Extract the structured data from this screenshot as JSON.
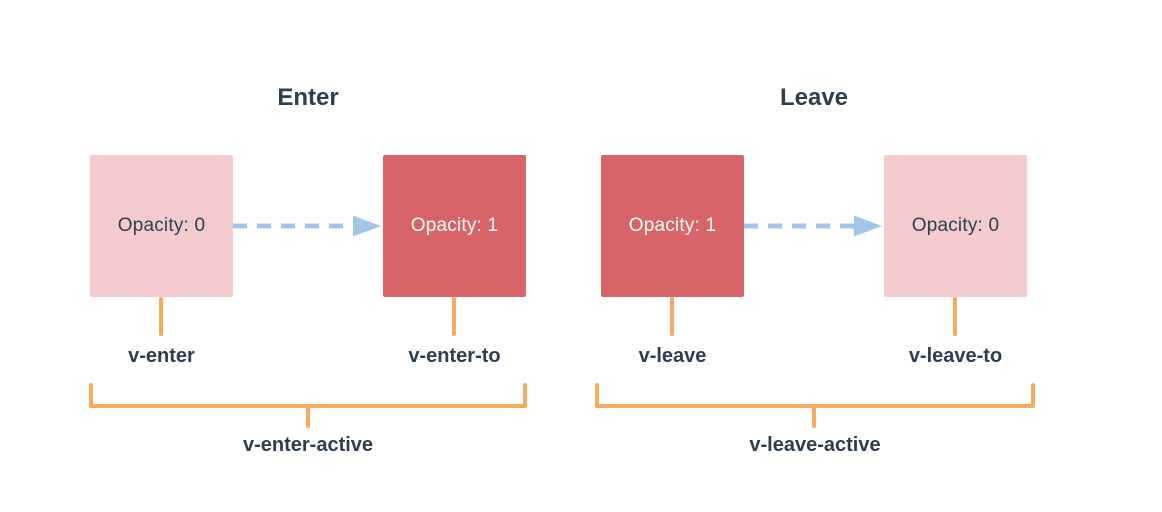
{
  "diagram": {
    "sections": [
      {
        "title": "Enter",
        "from_box": {
          "label": "Opacity: 0",
          "variant": "pink"
        },
        "to_box": {
          "label": "Opacity: 1",
          "variant": "red"
        },
        "from_class": "v-enter",
        "to_class": "v-enter-to",
        "active_class": "v-enter-active"
      },
      {
        "title": "Leave",
        "from_box": {
          "label": "Opacity: 1",
          "variant": "red"
        },
        "to_box": {
          "label": "Opacity: 0",
          "variant": "pink"
        },
        "from_class": "v-leave",
        "to_class": "v-leave-to",
        "active_class": "v-leave-active"
      }
    ],
    "colors": {
      "text_dark": "#2c3e50",
      "box_pink": "#f4cbcc",
      "box_red": "#d96468",
      "box_text_light": "#ffffff",
      "arrow_blue": "#a3c6e8",
      "bracket_orange": "#f8a95c",
      "background": "#ffffff"
    }
  }
}
